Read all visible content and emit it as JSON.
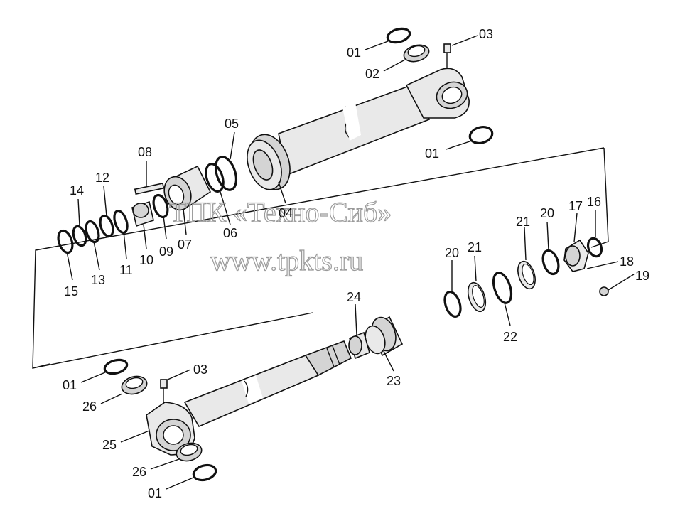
{
  "watermark": {
    "line1": "ТПК «Техно-Сиб»",
    "line2": "www.tpkts.ru"
  },
  "labels": {
    "l01a": "01",
    "l02": "02",
    "l03a": "03",
    "l01b": "01",
    "l05": "05",
    "l08": "08",
    "l04": "04",
    "l06": "06",
    "l07": "07",
    "l09": "09",
    "l10": "10",
    "l11": "11",
    "l12": "12",
    "l13": "13",
    "l14": "14",
    "l15": "15",
    "l16": "16",
    "l17": "17",
    "l18": "18",
    "l19": "19",
    "l20a": "20",
    "l20b": "20",
    "l21a": "21",
    "l21b": "21",
    "l22": "22",
    "l23": "23",
    "l24": "24",
    "l01c": "01",
    "l03b": "03",
    "l26a": "26",
    "l25": "25",
    "l26b": "26",
    "l01d": "01"
  }
}
